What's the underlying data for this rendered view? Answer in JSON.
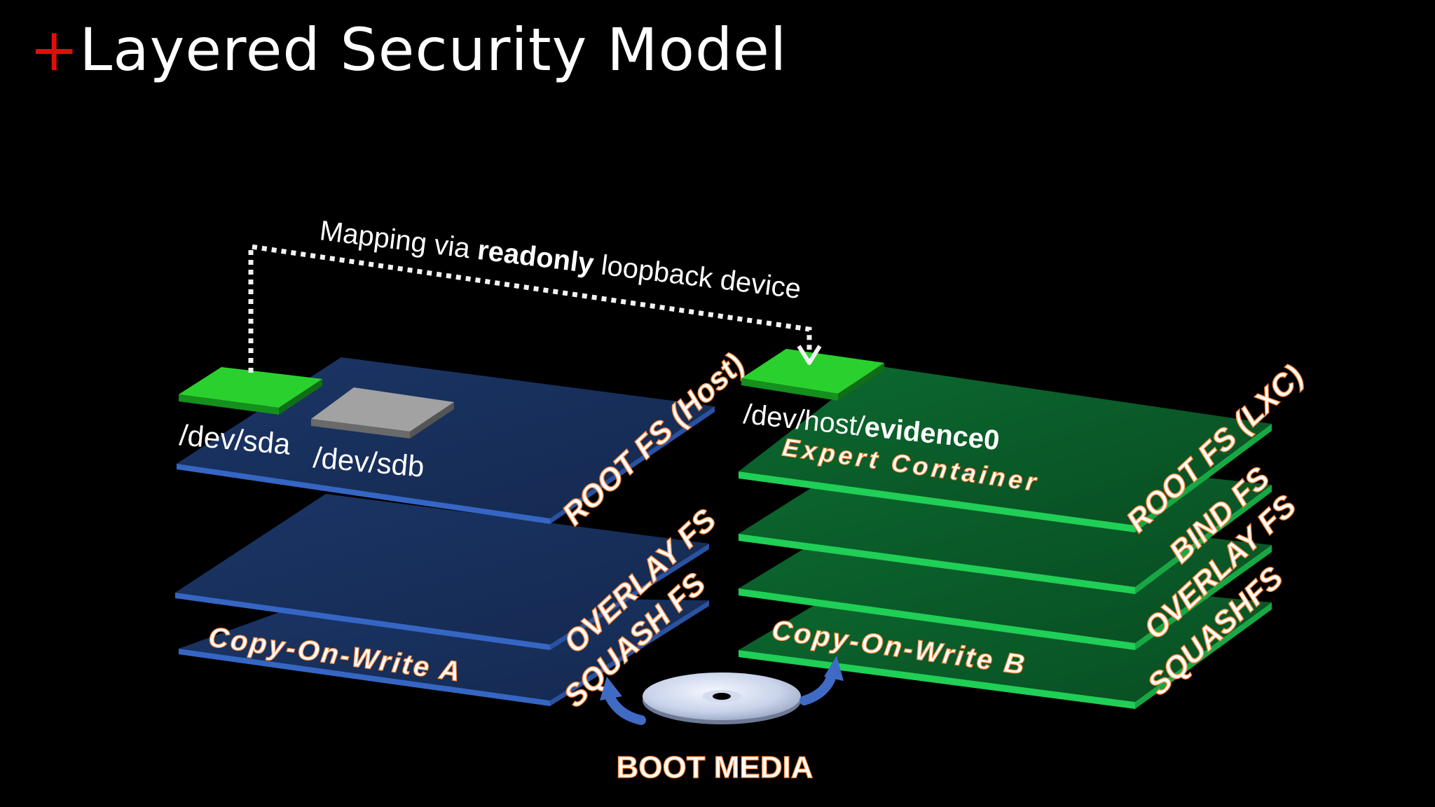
{
  "slide": {
    "plus": "+",
    "title": "Layered Security Model"
  },
  "colors": {
    "background": "#000000",
    "accent_red": "#e10d0d",
    "host_layer": "#17305f",
    "container_layer": "#0b5f2b",
    "device_green": "#22c92e",
    "device_gray": "#9a9a9a"
  },
  "mapping": {
    "text_prefix": "Mapping via ",
    "text_bold": "readonly",
    "text_suffix": " loopback device"
  },
  "host": {
    "root_label": "ROOT FS (Host)",
    "overlay_label": "OVERLAY FS",
    "squash_label": "SQUASH FS",
    "cow_label": "Copy-On-Write A",
    "dev_sda": "/dev/sda",
    "dev_sdb": "/dev/sdb"
  },
  "container": {
    "root_label": "ROOT FS (LXC)",
    "bind_label": "BIND FS",
    "overlay_label": "OVERLAY FS",
    "squash_label": "SQUASHFS",
    "expert_label": "Expert Container",
    "cow_label": "Copy-On-Write B",
    "dev_prefix": "/dev/host/",
    "dev_bold": "evidence0"
  },
  "boot_media": "BOOT MEDIA"
}
